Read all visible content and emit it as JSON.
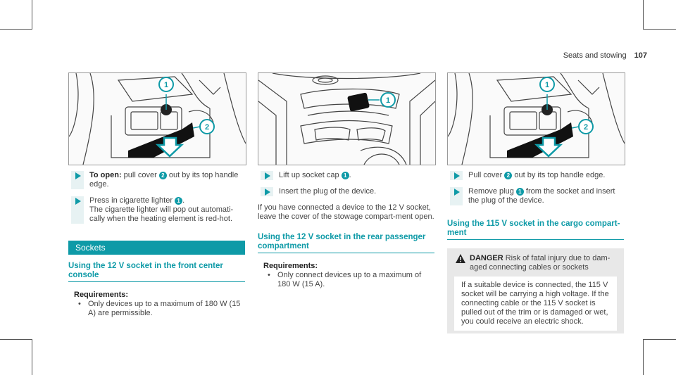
{
  "header": {
    "section": "Seats and stowing",
    "page": "107"
  },
  "colors": {
    "accent": "#0e9aa7",
    "danger_bg": "#e8e8e8"
  },
  "col1": {
    "step1": {
      "bold": "To open:",
      "text_a": " pull cover ",
      "n1": "2",
      "text_b": " out by its top handle edge."
    },
    "step2": {
      "text_a": "Press in cigarette lighter ",
      "n1": "1",
      "text_b": ".",
      "line2": "The cigarette lighter will pop out automati-cally when the heating element is red-hot."
    },
    "section_bar": "Sockets",
    "subhead": "Using the 12 V socket in the front center console",
    "req_title": "Requirements:",
    "req_item": "Only devices up to a maximum of 180 W (15 A) are permissible."
  },
  "col2": {
    "step1": {
      "text_a": "Lift up socket cap ",
      "n1": "1",
      "text_b": "."
    },
    "step2": {
      "text": "Insert the plug of the device."
    },
    "para": "If you have connected a device to the 12 V socket, leave the cover of the stowage compart-ment open.",
    "subhead": "Using the 12 V socket in the rear passenger compartment",
    "req_title": "Requirements:",
    "req_item": "Only connect devices up to a maximum of 180 W (15 A)."
  },
  "col3": {
    "step1": {
      "text_a": "Pull cover ",
      "n1": "2",
      "text_b": " out by its top handle edge."
    },
    "step2": {
      "text_a": "Remove plug ",
      "n1": "1",
      "text_b": " from the socket and insert the plug of the device."
    },
    "subhead": "Using the 115 V socket in the cargo compart-ment",
    "danger_title": "DANGER",
    "danger_lead": " Risk of fatal injury due to dam-aged connecting cables or sockets",
    "danger_body": "If a suitable device is connected, the 115 V socket will be carrying a high voltage. If the connecting cable or the 115 V socket is pulled out of the trim or is damaged or wet, you could receive an electric shock."
  },
  "illustrations": {
    "fig1": {
      "callouts": [
        "1",
        "2"
      ]
    },
    "fig2": {
      "callouts": [
        "1"
      ]
    },
    "fig3": {
      "callouts": [
        "1",
        "2"
      ]
    }
  }
}
